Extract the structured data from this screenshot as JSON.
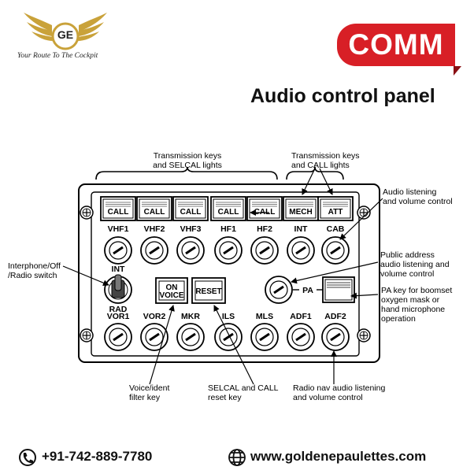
{
  "header": {
    "logo_initials": "GE",
    "tagline": "Your Route To The Cockpit",
    "badge": "COMM",
    "title": "Audio control panel"
  },
  "colors": {
    "brand_gold": "#c9a23a",
    "badge_red": "#d81f26"
  },
  "callouts": {
    "transmission_selcal": [
      "Transmission keys",
      "and SELCAL lights"
    ],
    "transmission_call": [
      "Transmission keys",
      "and CALL lights"
    ],
    "audio_listening": [
      "Audio listening",
      "and volume control"
    ],
    "interphone": [
      "Interphone/Off",
      "/Radio switch"
    ],
    "public_address": [
      "Public address",
      "audio listening and",
      "volume control"
    ],
    "pa_key": [
      "PA key for boomset",
      "oxygen mask or",
      " hand microphone",
      "operation"
    ],
    "voice_ident": [
      "Voice/ident",
      "filter key"
    ],
    "selcal_reset": [
      "SELCAL and CALL",
      "reset key"
    ],
    "radio_nav": [
      "Radio nav audio  listening",
      "and volume control"
    ]
  },
  "panel": {
    "transmit_keys": [
      "CALL",
      "CALL",
      "CALL",
      "CALL",
      "CALL",
      "MECH",
      "ATT"
    ],
    "knob_labels_top": [
      "VHF1",
      "VHF2",
      "VHF3",
      "HF1",
      "HF2",
      "INT",
      "CAB"
    ],
    "knob_labels_bottom": [
      "VOR1",
      "VOR2",
      "MKR",
      "ILS",
      "MLS",
      "ADF1",
      "ADF2"
    ],
    "switch_top": "INT",
    "switch_bottom": "RAD",
    "voice_key": [
      "ON",
      "VOICE"
    ],
    "reset_key": "RESET",
    "pa_label": "PA"
  },
  "footer": {
    "phone": "+91-742-889-7780",
    "website": "www.goldenepaulettes.com"
  }
}
